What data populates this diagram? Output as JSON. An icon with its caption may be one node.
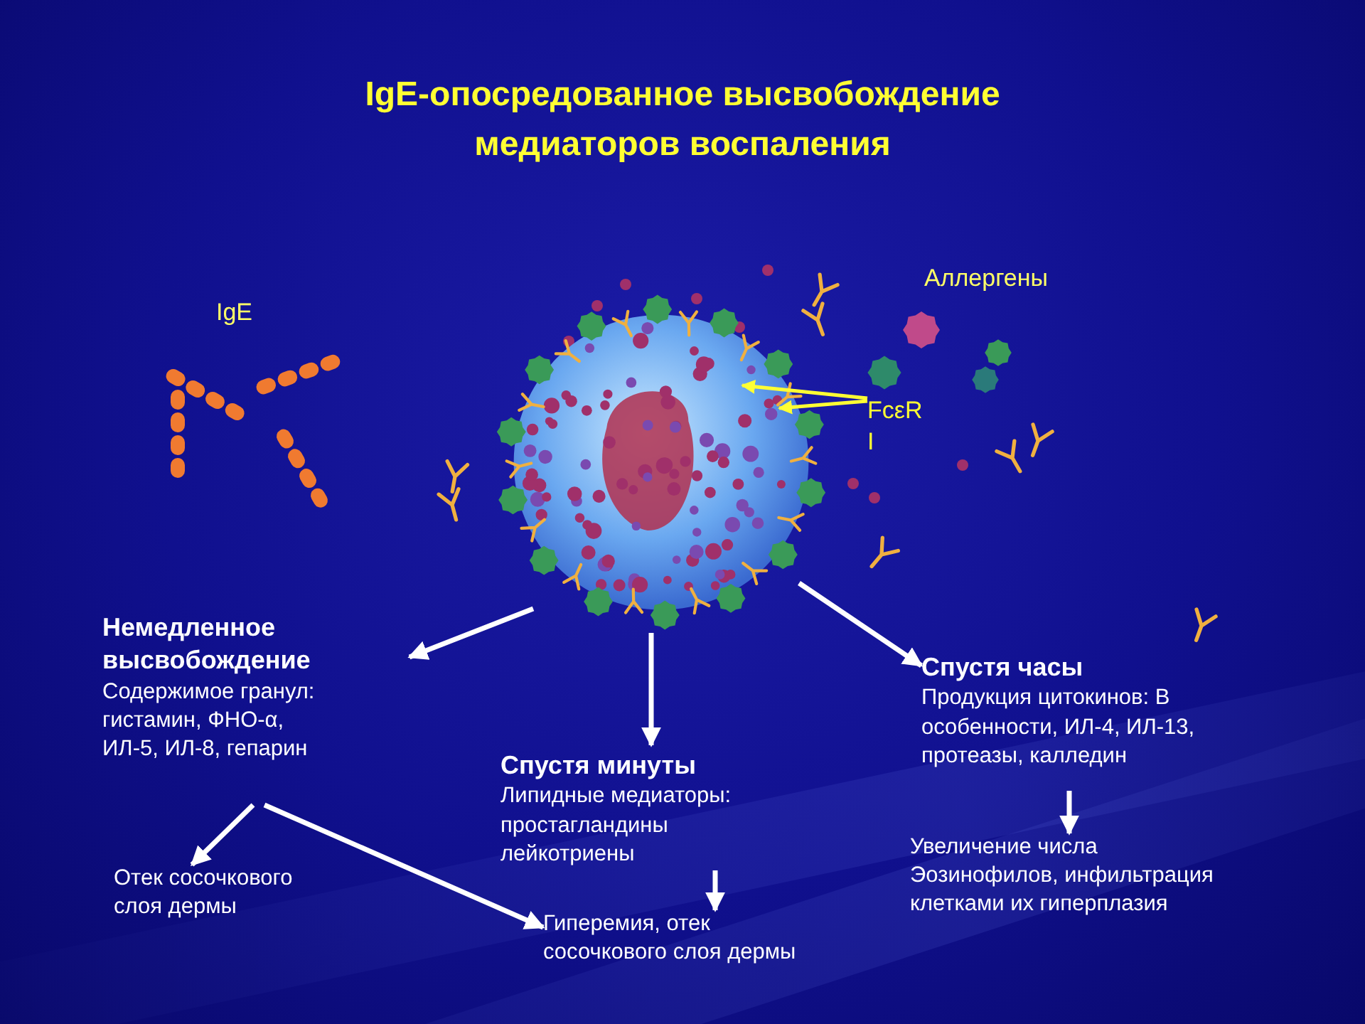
{
  "diagram": {
    "title": "IgE-опосредованное высвобождение медиаторов воспаления",
    "nodes": [
      {
        "text": [],
        "shape": "picture"
      },
      {
        "text": [
          "Немедленное высвобождение",
          "Содержимое гранул: гистамин, ФНО-α, ИЛ-5, ИЛ-8, гепарин"
        ]
      },
      {
        "text": [
          "Спустя минуты",
          "Липидные медиаторы: простагландины лейкотриены"
        ]
      },
      {
        "text": [
          "Спустя часы",
          "Продукция цитокинов: В особенности, ИЛ-4, ИЛ-13, протеазы, калледин"
        ]
      },
      {
        "text": [
          "Отек сосочкового слоя дермы"
        ]
      },
      {
        "text": [
          "Гиперемия, отек сосочкового слоя дермы"
        ]
      },
      {
        "text": [
          "Увеличение числа Эозинофилов, инфильтрация клетками их гиперплазия"
        ]
      },
      {
        "text": [
          "FcεR I"
        ]
      }
    ],
    "edges": [
      {
        "from": 0,
        "to": 1,
        "arrow": "to"
      },
      {
        "from": 0,
        "to": 2,
        "arrow": "to"
      },
      {
        "from": 0,
        "to": 3,
        "arrow": "to"
      },
      {
        "from": 1,
        "to": 4,
        "arrow": "to"
      },
      {
        "from": 1,
        "to": 5,
        "arrow": "to"
      },
      {
        "from": 2,
        "to": 5,
        "arrow": "to"
      },
      {
        "from": 3,
        "to": 6,
        "arrow": "to"
      },
      {
        "from": 7,
        "to": 0,
        "arrow": "to",
        "color": "#ffff33"
      },
      {
        "from": 7,
        "to": 0,
        "arrow": "to",
        "color": "#ffff33"
      }
    ],
    "labels": [
      "IgE",
      "Аллергены"
    ]
  }
}
